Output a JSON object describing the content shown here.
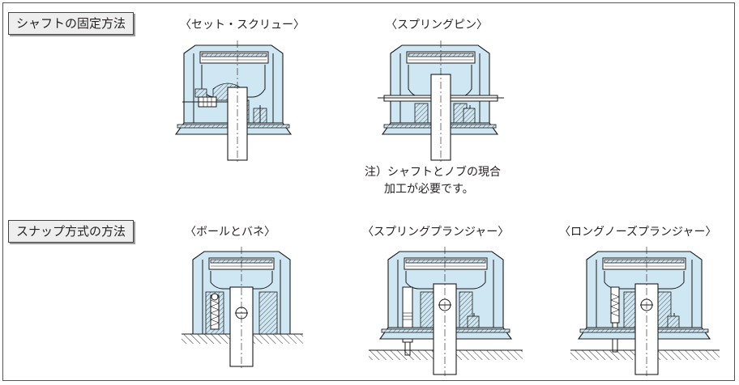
{
  "sections": [
    {
      "label": "シャフトの固定方法",
      "figures": [
        {
          "caption": "〈セット・スクリュー〉",
          "variant": "set-screw"
        },
        {
          "caption": "〈スプリングピン〉",
          "variant": "spring-pin"
        }
      ],
      "note_lines": [
        "注）シャフトとノブの現合",
        "加工が必要です。"
      ]
    },
    {
      "label": "スナップ方式の方法",
      "figures": [
        {
          "caption": "〈ボールとバネ〉",
          "variant": "ball-spring"
        },
        {
          "caption": "〈スプリングプランジャー〉",
          "variant": "spring-plunger"
        },
        {
          "caption": "〈ロングノーズプランジャー〉",
          "variant": "long-nose-plunger"
        }
      ]
    }
  ],
  "colors": {
    "knob_fill": "#cfe6f3",
    "outline": "#1a1a1a",
    "label_bg": "#eeeeee"
  }
}
